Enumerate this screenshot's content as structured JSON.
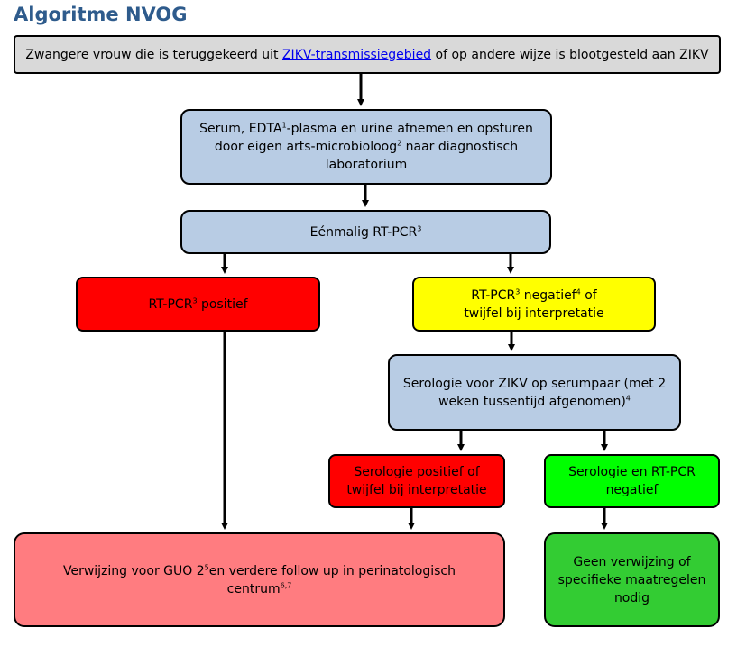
{
  "title": "Algoritme NVOG",
  "nodes": {
    "start": {
      "pre": "Zwangere vrouw die is teruggekeerd uit ",
      "link": "ZIKV-transmissiegebied",
      "post": " of op andere wijze is blootgesteld aan ZIKV"
    },
    "collect": {
      "a": "Serum, EDTA",
      "s1": "1",
      "b": "-plasma en urine afnemen en opsturen door eigen arts-microbioloog",
      "s2": "2",
      "c": " naar diagnostisch laboratorium"
    },
    "pcr": {
      "a": "Eénmalig RT-PCR",
      "s1": "3"
    },
    "pcr_pos": {
      "a": "RT-PCR",
      "s1": "3",
      "b": " positief"
    },
    "pcr_neg": {
      "a": "RT-PCR",
      "s1": "3",
      "b": " negatief",
      "s2": "4",
      "c": " of twijfel bij interpretatie"
    },
    "serology": {
      "a": "Serologie voor ZIKV op serumpaar (met 2 weken tussentijd afgenomen)",
      "s1": "4"
    },
    "sero_pos": {
      "a": "Serologie positief of twijfel bij interpretatie"
    },
    "sero_neg": {
      "a": "Serologie en RT-PCR negatief"
    },
    "referral": {
      "a": "Verwijzing voor GUO 2",
      "s1": "5",
      "b": "en verdere follow up in perinatologisch centrum",
      "s2": "6,7"
    },
    "no_referral": {
      "a": "Geen verwijzing of specifieke maatregelen nodig"
    }
  },
  "colors": {
    "title": "#2e5b8c",
    "gray": "#d9d9d9",
    "blue": "#b8cce4",
    "red": "#ff0000",
    "yellow": "#ffff00",
    "green": "#00ff00",
    "pink": "#ff7c80",
    "dark_green": "#33cc33",
    "link": "#0000ee"
  }
}
